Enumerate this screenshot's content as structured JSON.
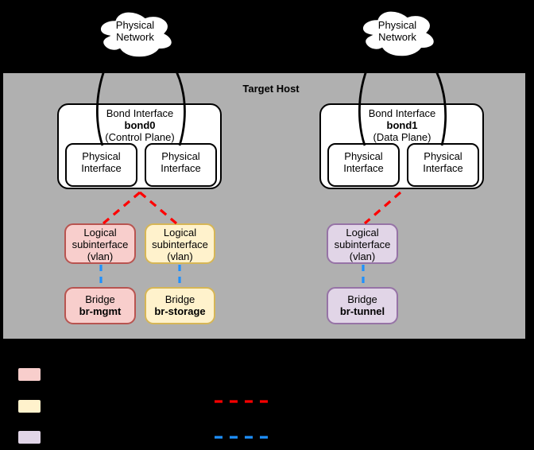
{
  "host": {
    "label": "Target Host"
  },
  "clouds": [
    {
      "label": "Physical Network"
    },
    {
      "label": "Physical Network"
    }
  ],
  "bonds": [
    {
      "title": "Bond Interface",
      "name": "bond0",
      "plane": "(Control Plane)",
      "interfaces": [
        "Physical Interface",
        "Physical Interface"
      ]
    },
    {
      "title": "Bond Interface",
      "name": "bond1",
      "plane": "(Data Plane)",
      "interfaces": [
        "Physical Interface",
        "Physical Interface"
      ]
    }
  ],
  "subinterfaces": [
    {
      "label": "Logical subinterface (vlan)",
      "style": "mgmt"
    },
    {
      "label": "Logical subinterface (vlan)",
      "style": "storage"
    },
    {
      "label": "Logical subinterface (vlan)",
      "style": "tunnel"
    }
  ],
  "bridges": [
    {
      "label": "Bridge",
      "name": "br-mgmt",
      "style": "mgmt"
    },
    {
      "label": "Bridge",
      "name": "br-storage",
      "style": "storage"
    },
    {
      "label": "Bridge",
      "name": "br-tunnel",
      "style": "tunnel"
    }
  ],
  "colors": {
    "canvas_bg": "#000000",
    "host_panel_bg": "#b0b0b0",
    "box_bg": "#ffffff",
    "box_border": "#000000",
    "mgmt_fill": "#f8cecc",
    "mgmt_border": "#b85450",
    "storage_fill": "#fff2cc",
    "storage_border": "#d6b656",
    "tunnel_fill": "#e1d5e7",
    "tunnel_border": "#9673a6",
    "vlan_link": "#ff0000",
    "bridge_link": "#1e90ff",
    "bond_link": "#000000",
    "cloud_fill": "#ffffff"
  },
  "legend": {
    "swatches": [
      {
        "name": "mgmt-swatch",
        "fill": "#f8cecc",
        "border": "#b85450"
      },
      {
        "name": "storage-swatch",
        "fill": "#fff2cc",
        "border": "#d6b656"
      },
      {
        "name": "tunnel-swatch",
        "fill": "#e1d5e7",
        "border": "#9673a6"
      }
    ],
    "lines": [
      {
        "name": "red-dashed-line",
        "color": "#ff0000"
      },
      {
        "name": "blue-dashed-line",
        "color": "#1e90ff"
      }
    ]
  }
}
